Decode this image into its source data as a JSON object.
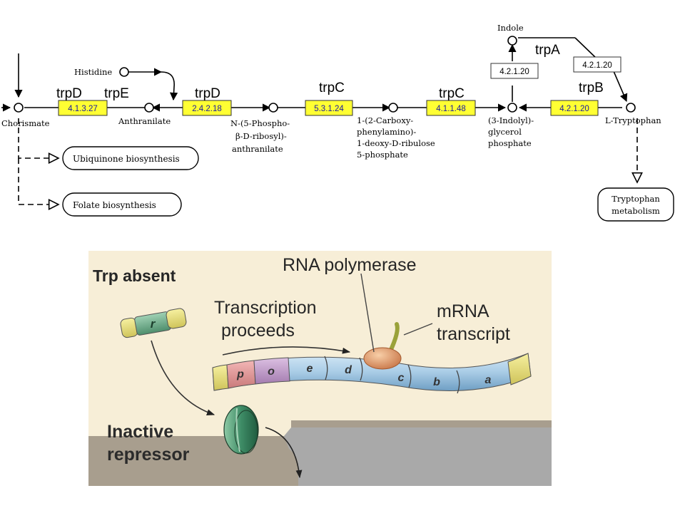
{
  "pathway": {
    "compounds": {
      "chorismate": "Chorismate",
      "histidine": "Histidine",
      "anthranilate": "Anthranilate",
      "prpa": [
        "N-(5-Phospho-",
        "β-D-ribosyl)-",
        "anthranilate"
      ],
      "cdrp": [
        "1-(2-Carboxy-",
        "phenylamino)-",
        "1-deoxy-D-ribulose",
        "5-phosphate"
      ],
      "igp": [
        "(3-Indolyl)-",
        "glycerol",
        "phosphate"
      ],
      "indole": "Indole",
      "tryptophan": "L-Tryptophan"
    },
    "enzymes": {
      "e1": "4.1.3.27",
      "e2": "2.4.2.18",
      "e3": "5.3.1.24",
      "e4": "4.1.1.48",
      "e5": "4.2.1.20",
      "e6": "4.2.1.20",
      "e7": "4.2.1.20"
    },
    "genes": {
      "trpD1": "trpD",
      "trpE": "trpE",
      "trpD2": "trpD",
      "trpC1": "trpC",
      "trpC2": "trpC",
      "trpA": "trpA",
      "trpB": "trpB"
    },
    "links": {
      "ubiquinone": "Ubiquinone biosynthesis",
      "folate": "Folate biosynthesis",
      "trp_metabolism": [
        "Tryptophan",
        "metabolism"
      ]
    },
    "colors": {
      "enzyme_fill": "#ffff33",
      "enzyme_text": "#1a1aa0"
    }
  },
  "operon": {
    "condition": "Trp absent",
    "rna_polymerase": "RNA polymerase",
    "mrna": [
      "mRNA",
      "transcript"
    ],
    "transcription": [
      "Transcription",
      "proceeds"
    ],
    "repressor": [
      "Inactive",
      "repressor"
    ],
    "regulator_gene": "r",
    "genes": [
      "p",
      "o",
      "e",
      "d",
      "c",
      "b",
      "a"
    ],
    "colors": {
      "background": "#f7eed7",
      "dna_top": "#b8d8ee",
      "dna_bottom": "#7fb0d2",
      "promoter": "#e8e080",
      "operator": "#c8a2d0",
      "repressor": "#3e8c66",
      "polymerase": "#e8a070",
      "ground": "#a89e8e",
      "cutaway": "#a9a9a9"
    }
  }
}
